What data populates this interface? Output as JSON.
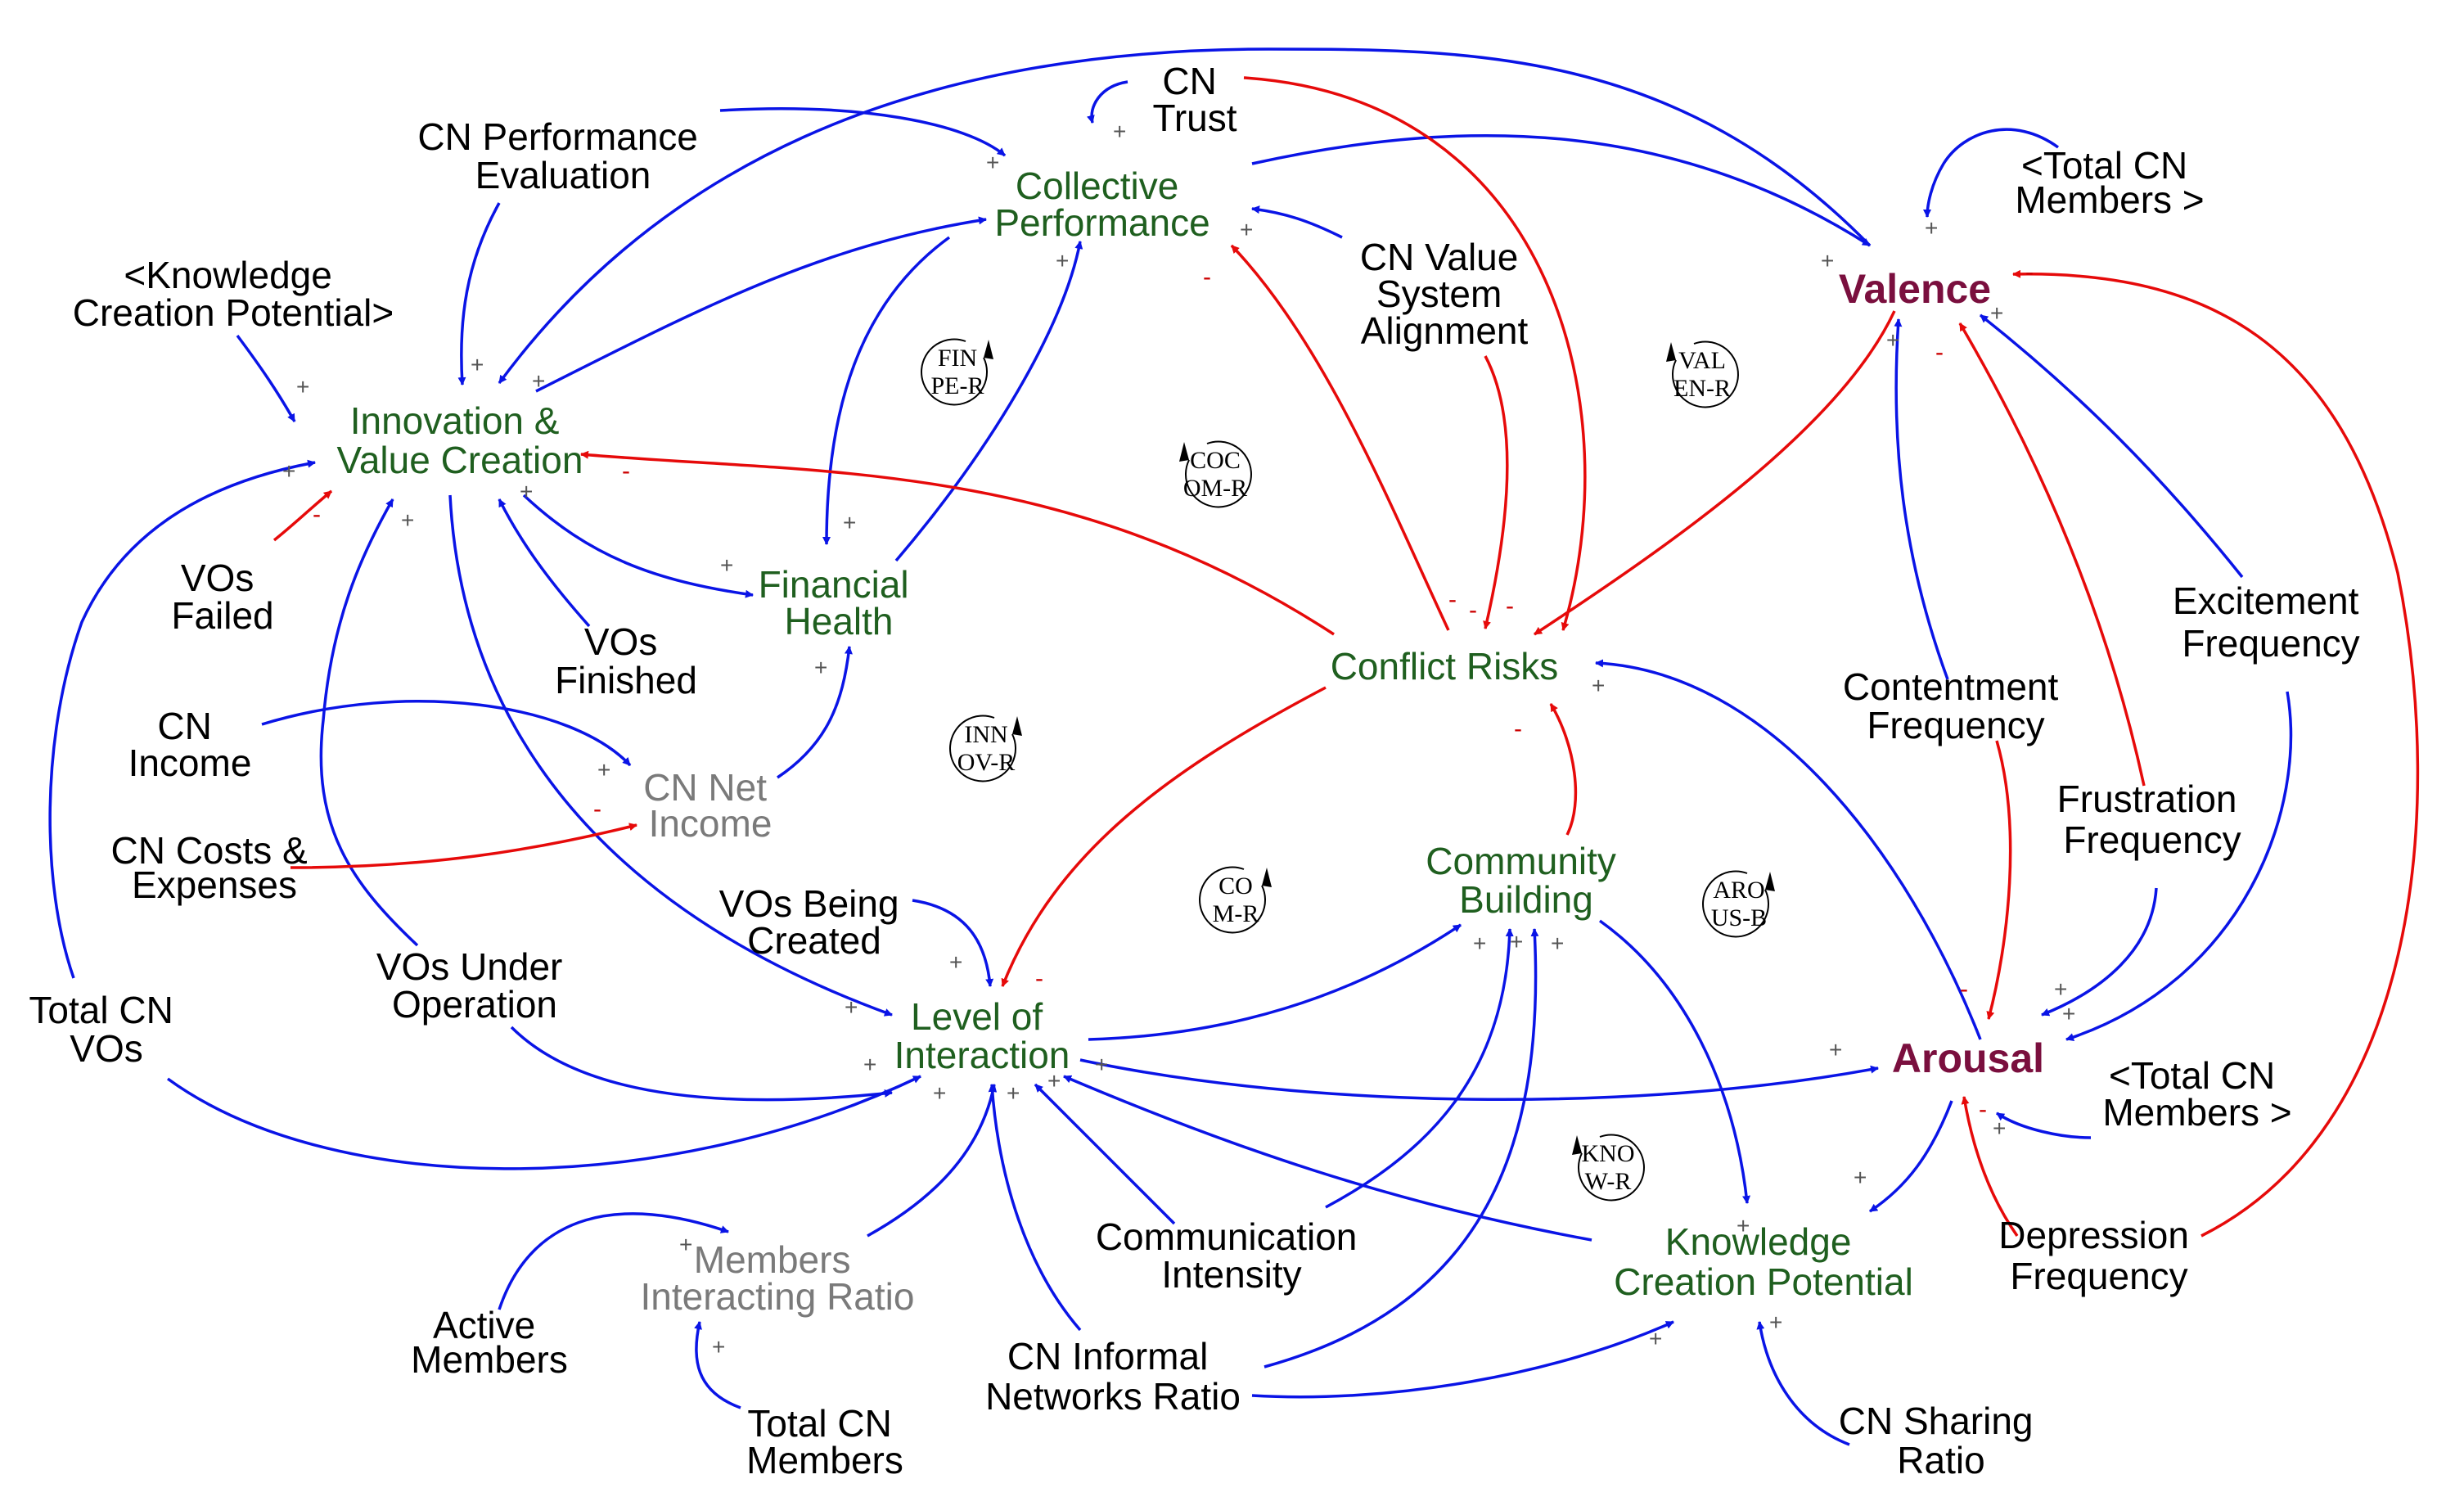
{
  "nodes": {
    "cn_trust": [
      "CN",
      "Trust"
    ],
    "cn_performance_evaluation": [
      "CN Performance",
      "Evaluation"
    ],
    "collective_performance": [
      "Collective",
      "Performance"
    ],
    "total_cn_members_valence": [
      "<Total CN",
      "Members >"
    ],
    "knowledge_creation_potential_shadow": [
      "<Knowledge",
      "Creation Potential>"
    ],
    "cn_value_system_alignment": [
      "CN Value",
      "System",
      "Alignment"
    ],
    "valence": [
      "Valence"
    ],
    "innovation_value_creation": [
      "Innovation &",
      "Value Creation"
    ],
    "vos_failed": [
      "VOs",
      "Failed"
    ],
    "financial_health": [
      "Financial",
      "Health"
    ],
    "vos_finished": [
      "VOs",
      "Finished"
    ],
    "conflict_risks": [
      "Conflict Risks"
    ],
    "excitement_frequency": [
      "Excitement",
      "Frequency"
    ],
    "contentment_frequency": [
      "Contentment",
      "Frequency"
    ],
    "cn_income": [
      "CN",
      "Income"
    ],
    "cn_net_income": [
      "CN Net",
      "Income"
    ],
    "frustration_frequency": [
      "Frustration",
      "Frequency"
    ],
    "cn_costs_expenses": [
      "CN Costs &",
      "Expenses"
    ],
    "community_building": [
      "Community",
      "Building"
    ],
    "vos_being_created": [
      "VOs Being",
      "Created"
    ],
    "vos_under_operation": [
      "VOs Under",
      "Operation"
    ],
    "total_cn_vos": [
      "Total CN",
      "VOs"
    ],
    "level_of_interaction": [
      "Level of",
      "Interaction"
    ],
    "arousal": [
      "Arousal"
    ],
    "total_cn_members_arousal": [
      "<Total CN",
      "Members >"
    ],
    "communication_intensity": [
      "Communication",
      "Intensity"
    ],
    "members_interacting_ratio": [
      "Members",
      "Interacting Ratio"
    ],
    "knowledge_creation_potential": [
      "Knowledge",
      "Creation Potential"
    ],
    "depression_frequency": [
      "Depression",
      "Frequency"
    ],
    "active_members": [
      "Active",
      "Members"
    ],
    "cn_informal_networks_ratio": [
      "CN Informal",
      "Networks Ratio"
    ],
    "total_cn_members": [
      "Total CN",
      "Members"
    ],
    "cn_sharing_ratio": [
      "CN Sharing",
      "Ratio"
    ]
  },
  "loops": {
    "finpe": [
      "FIN",
      "PE-R"
    ],
    "valen": [
      "VAL",
      "EN-R"
    ],
    "cocom": [
      "COC",
      "OM-R"
    ],
    "innov": [
      "INN",
      "OV-R"
    ],
    "com": [
      "CO",
      "M-R"
    ],
    "arous": [
      "ARO",
      "US-B"
    ],
    "know": [
      "KNO",
      "W-R"
    ]
  },
  "polarity": {
    "positive": "+",
    "negative": "-"
  },
  "colors": {
    "positive_link": "#0a14e6",
    "negative_link": "#e60a0a",
    "level_variable": "#1f5f1f",
    "auxiliary_variable": "#7a7a7a",
    "emotion_variable": "#7a0f3e"
  }
}
